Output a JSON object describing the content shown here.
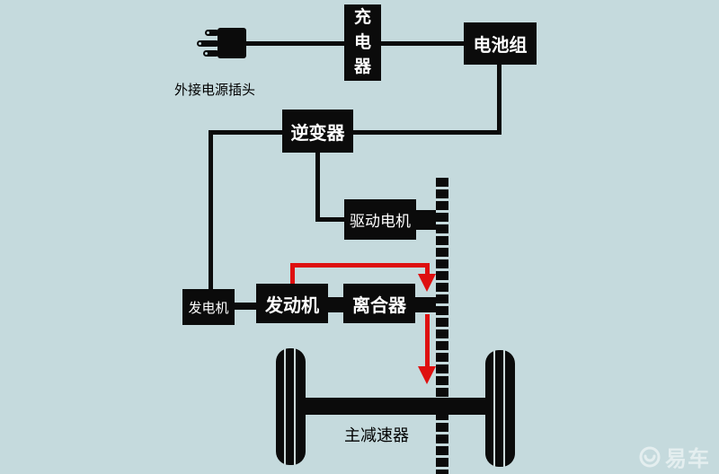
{
  "diagram": {
    "type": "hybrid-powertrain-schematic",
    "nodes": {
      "charger": "充电器",
      "battery": "电池组",
      "inverter": "逆变器",
      "drive_motor": "驱动电机",
      "generator": "发电机",
      "engine": "发动机",
      "clutch": "离合器"
    },
    "labels": {
      "external_power_plug": "外接电源插头",
      "final_drive": "主减速器"
    },
    "colors": {
      "background": "#c5dadd",
      "node_fill": "#0b0b0b",
      "node_text": "#ffffff",
      "connector_line": "#0b0b0b",
      "flow_arrow_red": "#de1010",
      "wheel_stripe": "#ccd9d9"
    },
    "icons": {
      "plug": "power-plug-icon",
      "rack": "gear-rack",
      "watermark_icon": "smiley-logo-icon"
    }
  },
  "watermark": {
    "text": "易车"
  }
}
